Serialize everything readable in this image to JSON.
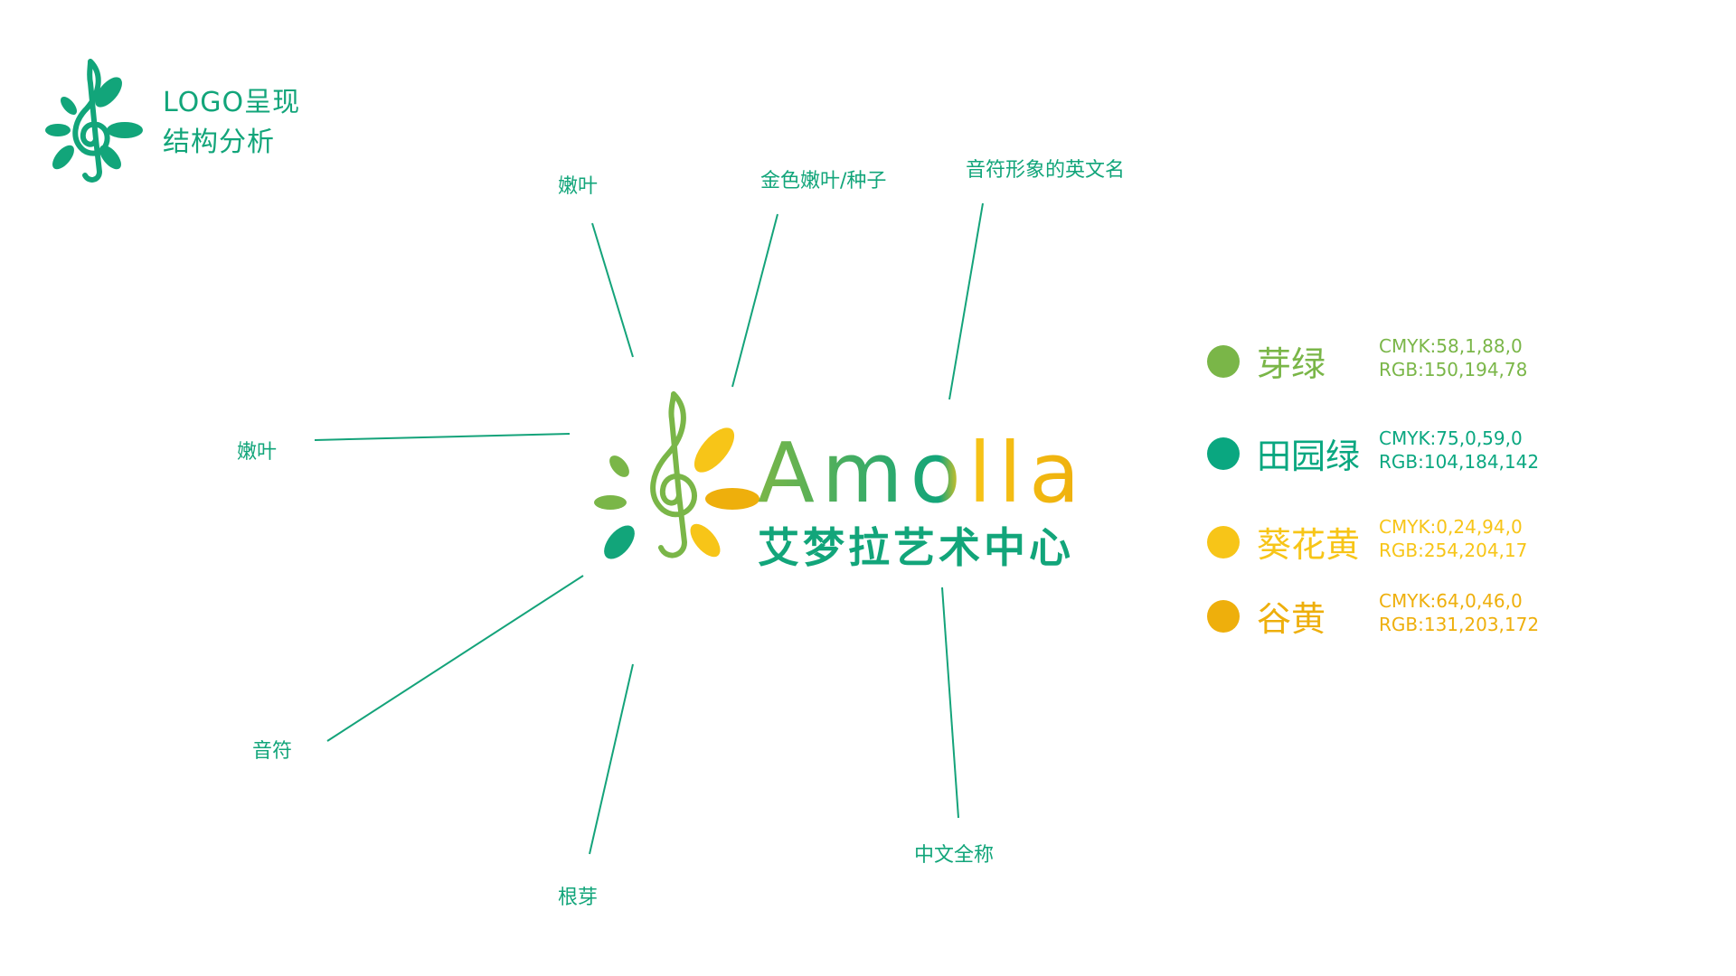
{
  "header": {
    "title_line1": "LOGO呈现",
    "title_line2": "结构分析"
  },
  "callouts": {
    "leaf_top": "嫩叶",
    "gold_leaf_seed": "金色嫩叶/种子",
    "english_name": "音符形象的英文名",
    "leaf_left": "嫩叶",
    "note": "音符",
    "root_sprout": "根芽",
    "chinese_name": "中文全称"
  },
  "logo": {
    "english": "Amolla",
    "chinese": "艾梦拉艺术中心"
  },
  "palette": [
    {
      "name": "芽绿",
      "cmyk": "CMYK:58,1,88,0",
      "rgb": "RGB:150,194,78",
      "color": "#7ab648"
    },
    {
      "name": "田园绿",
      "cmyk": "CMYK:75,0,59,0",
      "rgb": "RGB:104,184,142",
      "color": "#0aa780"
    },
    {
      "name": "葵花黄",
      "cmyk": "CMYK:0,24,94,0",
      "rgb": "RGB:254,204,17",
      "color": "#f7c518"
    },
    {
      "name": "谷黄",
      "cmyk": "CMYK:64,0,46,0",
      "rgb": "RGB:131,203,172",
      "color": "#eeaf0c"
    }
  ],
  "colors": {
    "text_green": "#12a57a",
    "line_green": "#14a37a"
  }
}
